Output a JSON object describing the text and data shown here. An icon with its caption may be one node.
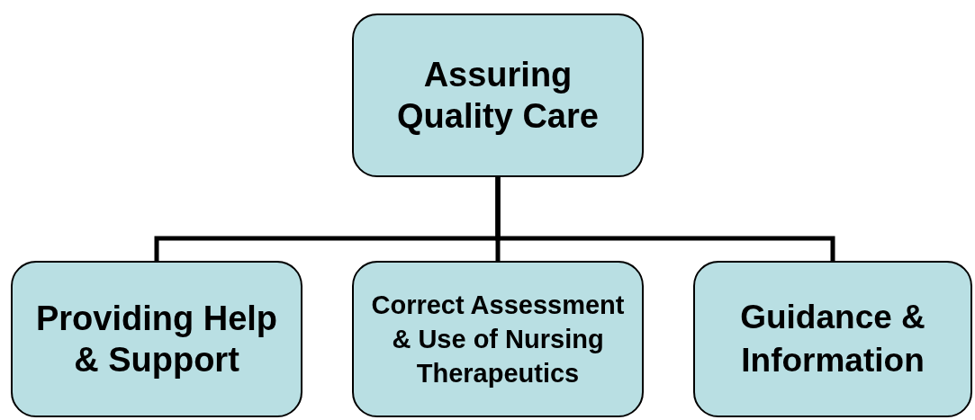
{
  "diagram": {
    "nodes": [
      {
        "text": [
          "Assuring Quality Care"
        ]
      },
      {
        "text": [
          "Providing Help & Support"
        ]
      },
      {
        "text": [
          "Correct Assessment & Use of Nursing Therapeutics"
        ]
      },
      {
        "text": [
          "Guidance & Information"
        ]
      }
    ],
    "edges": [
      {
        "from": 0,
        "to": 1,
        "arrow": "none"
      },
      {
        "from": 0,
        "to": 2,
        "arrow": "none"
      },
      {
        "from": 0,
        "to": 3,
        "arrow": "none"
      }
    ]
  }
}
